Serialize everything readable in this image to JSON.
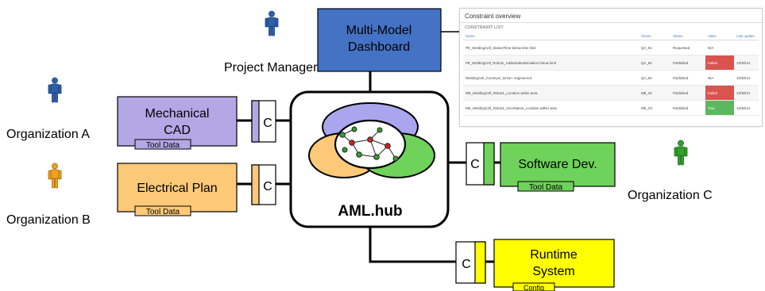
{
  "actors": {
    "project_manager": "Project Manager",
    "org_a": "Organization A",
    "org_b": "Organization B",
    "org_c": "Organization C"
  },
  "tools": {
    "dashboard": [
      "Multi-Model",
      "Dashboard"
    ],
    "mechanical": [
      "Mechanical",
      "CAD"
    ],
    "electrical": "Electrical Plan",
    "software": "Software Dev.",
    "runtime": [
      "Runtime",
      "System"
    ]
  },
  "tags": {
    "tool_data": "Tool Data",
    "config": "Config"
  },
  "connector_label": "C",
  "hub": {
    "label": "AML.hub"
  },
  "screenshot": {
    "title": "Constraint overview",
    "subtitle": "CONSTRAINT LIST",
    "columns": [
      "Name",
      "Owner",
      "Status",
      "Value",
      "Last update"
    ],
    "rows": [
      [
        "PE_WeldingCell_StationTime below time limit",
        "QA_94",
        "Requested",
        "N/A",
        ""
      ],
      [
        "PE_WeldingCell_Robot1_AddedvalueDeviation below limit",
        "QA_94",
        "Published",
        "Failed",
        "10/30/14"
      ],
      [
        "WeldingCell_Conveyor_Drive+ engineered",
        "QA_94",
        "Published",
        "N/A",
        "10/30/14"
      ],
      [
        "ME_WeldingCell_Robot1_Location within area",
        "ME_02",
        "Published",
        "Failed",
        "10/30/14"
      ],
      [
        "ME_WeldingCell_Robot1_GeoStation_Location within area",
        "ME_03",
        "Published",
        "True",
        "10/30/14"
      ]
    ]
  },
  "colors": {
    "dashboard": "#4472c4",
    "mechanical": "#b4a7e5",
    "electrical": "#fcc978",
    "software": "#6fd25a",
    "runtime": "#ffff00",
    "person_blue": "#2e5fa8",
    "person_orange": "#f0a020",
    "person_green": "#33a02c"
  }
}
